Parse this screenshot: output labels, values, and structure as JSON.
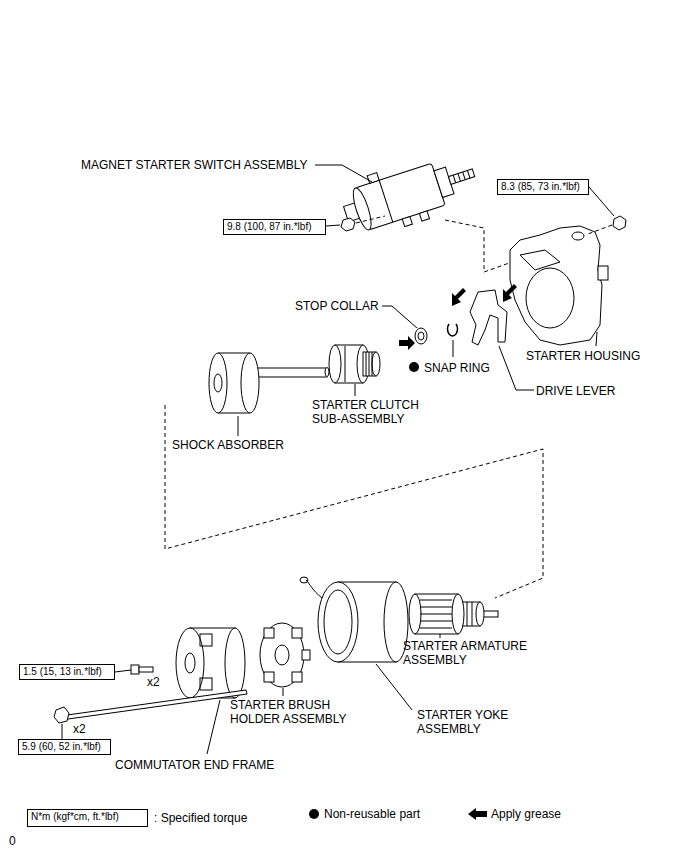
{
  "diagram": {
    "nodes": [
      {
        "text": [
          "8.3 (85, 73 in.*lbf)"
        ]
      },
      {
        "text": [
          "9.8 (100, 87 in.*lbf)"
        ]
      },
      {
        "text": [
          "1.5 (15, 13 in.*lbf)"
        ]
      },
      {
        "text": [
          "5.9 (60, 52 in.*lbf)"
        ]
      },
      {
        "text": [
          "N*m (kgf*cm, ft.*lbf)"
        ]
      }
    ],
    "edges": [],
    "labels": [
      "MAGNET STARTER SWITCH ASSEMBLY",
      "STOP COLLAR",
      "STARTER HOUSING",
      "SNAP RING",
      "DRIVE LEVER",
      "STARTER CLUTCH SUB-ASSEMBLY",
      "SHOCK ABSORBER",
      "STARTER ARMATURE ASSEMBLY",
      "x2",
      "STARTER BRUSH HOLDER ASSEMBLY",
      "STARTER YOKE ASSEMBLY",
      "x2",
      "COMMUTATOR END FRAME",
      "0"
    ],
    "legend": [
      {
        "text": ": Specified torque"
      },
      {
        "text": "Non-reusable part"
      },
      {
        "text": "Apply grease"
      }
    ]
  }
}
